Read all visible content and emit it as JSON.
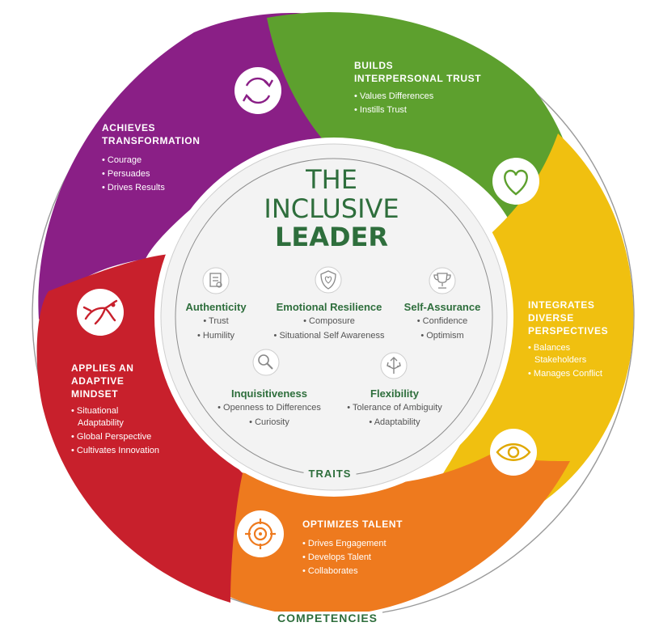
{
  "title": {
    "line1": "THE",
    "line2": "INCLUSIVE",
    "line3": "LEADER"
  },
  "colors": {
    "purple": "#8a1f86",
    "green": "#5da02e",
    "yellow": "#f0c010",
    "orange": "#ee7a1e",
    "red": "#c8202c",
    "title_green": "#2e6e3c"
  },
  "competencies": [
    {
      "id": "transformation",
      "title": [
        "Achieves",
        "Transformation"
      ],
      "items": [
        "Courage",
        "Persuades",
        "Drives Results"
      ],
      "icon": "refresh-icon"
    },
    {
      "id": "trust",
      "title": [
        "Builds",
        "Interpersonal Trust"
      ],
      "items": [
        "Values Differences",
        "Instills Trust"
      ],
      "icon": "heart-icon"
    },
    {
      "id": "perspectives",
      "title": [
        "Integrates",
        "Diverse",
        "Perspectives"
      ],
      "items": [
        "Balances Stakeholders",
        "Manages Conflict"
      ],
      "icon": "eye-icon"
    },
    {
      "id": "talent",
      "title": [
        "Optimizes Talent"
      ],
      "items": [
        "Drives Engagement",
        "Develops Talent",
        "Collaborates"
      ],
      "icon": "target-icon"
    },
    {
      "id": "adaptive",
      "title": [
        "Applies an",
        "Adaptive",
        "Mindset"
      ],
      "items": [
        "Situational Adaptability",
        "Global Perspective",
        "Cultivates Innovation"
      ],
      "icon": "running-figure-icon"
    }
  ],
  "traits": [
    {
      "name": "Authenticity",
      "items": [
        "Trust",
        "Humility"
      ],
      "icon": "certificate-icon"
    },
    {
      "name": "Emotional Resilience",
      "items": [
        "Composure",
        "Situational Self Awareness"
      ],
      "icon": "shield-heart-icon"
    },
    {
      "name": "Self-Assurance",
      "items": [
        "Confidence",
        "Optimism"
      ],
      "icon": "trophy-icon"
    },
    {
      "name": "Inquisitiveness",
      "items": [
        "Openness to Differences",
        "Curiosity"
      ],
      "icon": "magnifier-icon"
    },
    {
      "name": "Flexibility",
      "items": [
        "Tolerance of Ambiguity",
        "Adaptability"
      ],
      "icon": "arrows-icon"
    }
  ],
  "labels": {
    "traits": "TRAITS",
    "competencies": "COMPETENCIES"
  }
}
